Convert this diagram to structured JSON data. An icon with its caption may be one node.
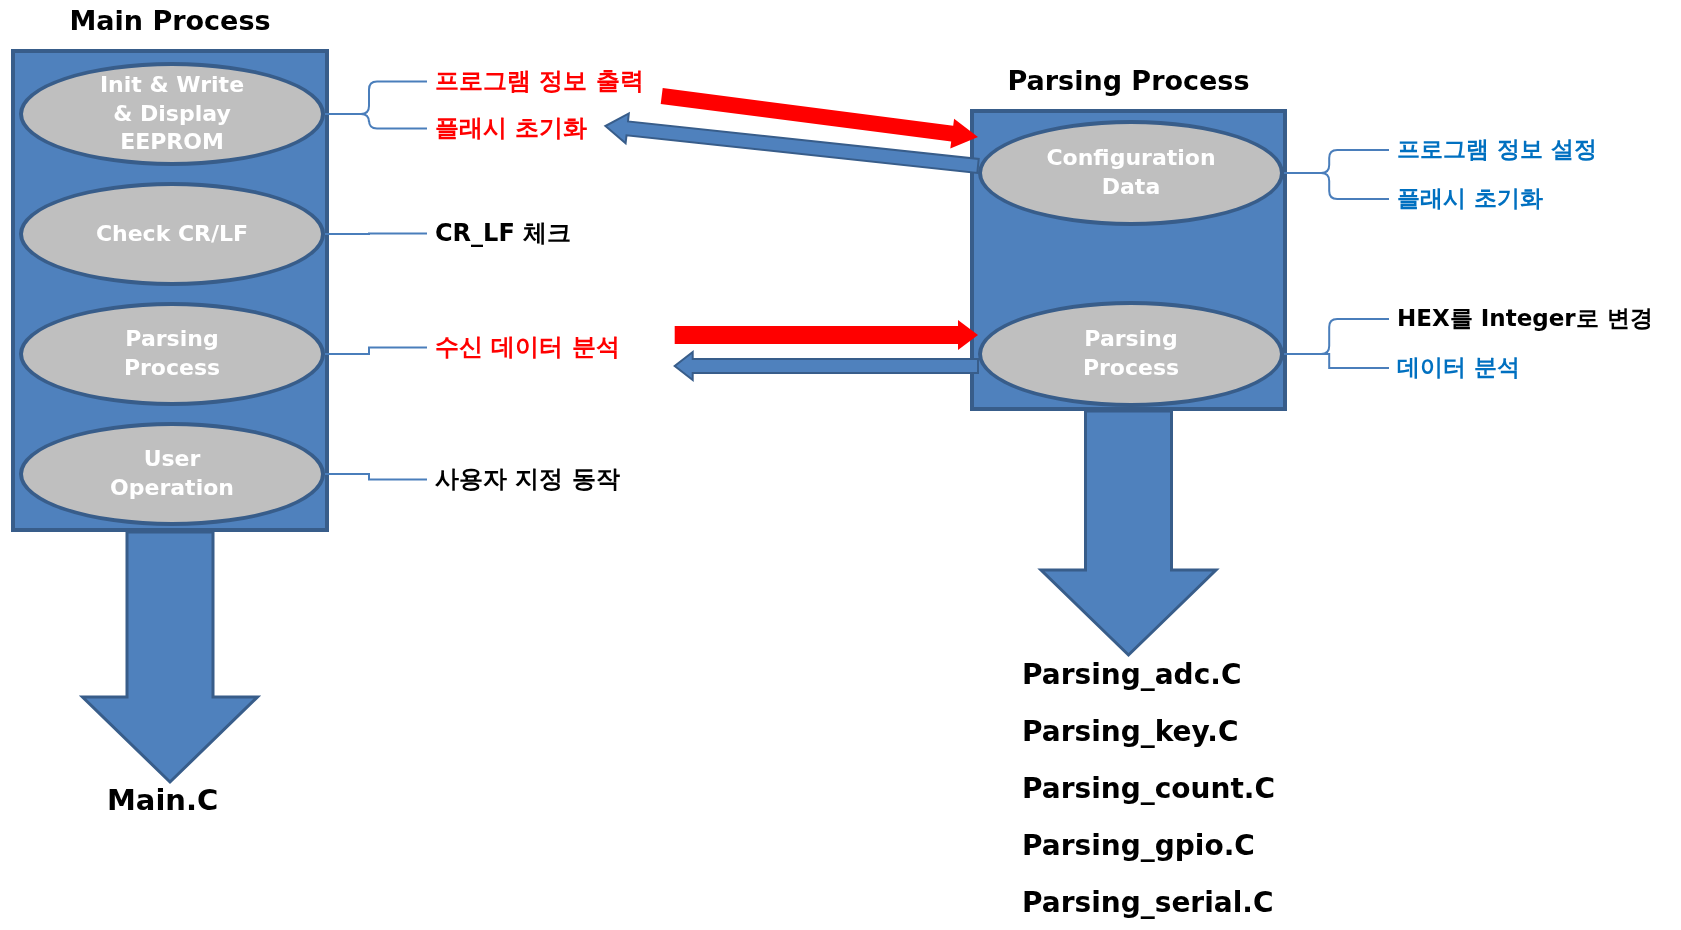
{
  "diagram": {
    "nodes": [
      {
        "text": [
          "Main Process"
        ]
      },
      {
        "text": [
          "Init & Write & Display EEPROM"
        ],
        "in": 0
      },
      {
        "text": [
          "Check CR/LF"
        ],
        "in": 0
      },
      {
        "text": [
          "Parsing Process"
        ],
        "in": 0
      },
      {
        "text": [
          "User Operation"
        ],
        "in": 0
      },
      {
        "text": [
          "프로그램 정보 출력"
        ]
      },
      {
        "text": [
          "플래시 초기화"
        ]
      },
      {
        "text": [
          "CR_LF 체크"
        ]
      },
      {
        "text": [
          "수신 데이터 분석"
        ]
      },
      {
        "text": [
          "사용자 지정 동작"
        ]
      },
      {
        "text": [
          "Parsing Process"
        ]
      },
      {
        "text": [
          "Configuration Data"
        ],
        "in": 10
      },
      {
        "text": [
          "Parsing Process"
        ],
        "in": 10
      },
      {
        "text": [
          "프로그램 정보 설정"
        ]
      },
      {
        "text": [
          "플래시 초기화"
        ]
      },
      {
        "text": [
          "HEX를 Integer로 변경"
        ]
      },
      {
        "text": [
          "데이터 분석"
        ]
      },
      {
        "text": [
          "Main.C"
        ]
      },
      {
        "text": [
          "Parsing_adc.C",
          "Parsing_key.C",
          "Parsing_count.C",
          "Parsing_gpio.C",
          "Parsing_serial.C"
        ]
      }
    ],
    "edges": [
      {
        "from": 1,
        "to": 5,
        "arrow": "none"
      },
      {
        "from": 1,
        "to": 6,
        "arrow": "none"
      },
      {
        "from": 2,
        "to": 7,
        "arrow": "none"
      },
      {
        "from": 3,
        "to": 8,
        "arrow": "none"
      },
      {
        "from": 4,
        "to": 9,
        "arrow": "none"
      },
      {
        "from": 11,
        "to": 13,
        "arrow": "none"
      },
      {
        "from": 11,
        "to": 14,
        "arrow": "none"
      },
      {
        "from": 12,
        "to": 15,
        "arrow": "none"
      },
      {
        "from": 12,
        "to": 16,
        "arrow": "none"
      },
      {
        "from": 5,
        "to": 11,
        "arrow": "to",
        "style": "thick",
        "color": "#ff0000"
      },
      {
        "from": 11,
        "to": 6,
        "arrow": "to",
        "style": "thick"
      },
      {
        "from": 8,
        "to": 12,
        "arrow": "to",
        "style": "thick",
        "color": "#ff0000"
      },
      {
        "from": 12,
        "to": 8,
        "arrow": "to",
        "style": "thick"
      },
      {
        "from": 0,
        "to": 17,
        "arrow": "to",
        "style": "thick"
      },
      {
        "from": 10,
        "to": 18,
        "arrow": "to",
        "style": "thick"
      }
    ]
  }
}
